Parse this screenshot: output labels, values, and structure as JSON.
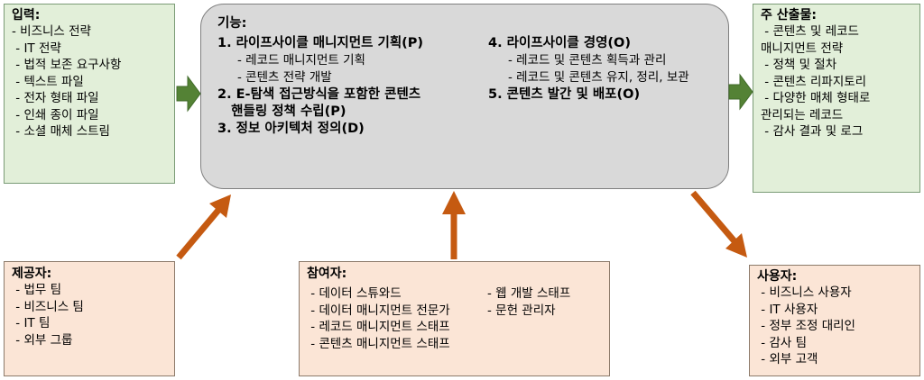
{
  "inputs": {
    "title": "입력:",
    "items": [
      "- 비즈니스 전략",
      " - IT 전략",
      " - 법적 보존 요구사항",
      " - 텍스트 파일",
      " - 전자 형태 파일",
      " - 인쇄 종이 파일",
      " - 소셜 매체 스트림"
    ]
  },
  "functions": {
    "title": "기능:",
    "left": [
      {
        "text": "1. 라이프사이클 매니지먼트 기획(P)",
        "type": "head"
      },
      {
        "text": "- 레코드 매니지먼트 기획",
        "type": "sub"
      },
      {
        "text": "- 콘텐츠 전략 개발",
        "type": "sub"
      },
      {
        "text": "2. E-탐색 접근방식을 포함한 콘텐츠",
        "type": "head"
      },
      {
        "text": "   핸들링 정책 수립(P)",
        "type": "head"
      },
      {
        "text": "3. 정보 아키텍처 정의(D)",
        "type": "head"
      }
    ],
    "right": [
      {
        "text": "4. 라이프사이클 경영(O)",
        "type": "head"
      },
      {
        "text": "- 레코드 및 콘텐츠 획득과 관리",
        "type": "sub"
      },
      {
        "text": "- 레코드 및 콘텐츠 유지, 정리, 보관",
        "type": "sub"
      },
      {
        "text": "5. 콘텐츠 발간 및 배포(O)",
        "type": "head"
      }
    ]
  },
  "outputs": {
    "title": "주 산출물:",
    "items": [
      " - 콘텐츠 및 레코드",
      "매니지먼트 전략",
      " - 정책 및 절차",
      " - 콘텐츠 리파지토리",
      " - 다양한 매체 형태로",
      "관리되는 레코드",
      " - 감사 결과 및 로그"
    ]
  },
  "suppliers": {
    "title": "제공자:",
    "items": [
      " - 법무 팀",
      " - 비즈니스 팀",
      " - IT 팀",
      " - 외부 그룹"
    ]
  },
  "participants": {
    "title": "참여자:",
    "col1": [
      " - 데이터 스튜와드",
      " - 데이터 매니지먼트 전문가",
      " - 레코드 매니지먼트 스태프",
      " - 콘텐츠 매니지먼트 스태프"
    ],
    "col2": [
      "- 웹 개발 스태프",
      "- 문헌 관리자"
    ]
  },
  "consumers": {
    "title": "사용자:",
    "items": [
      " - 비즈니스 사용자",
      " - IT 사용자",
      " - 정부 조정 대리인",
      " - 감사 팀",
      " - 외부 고객"
    ]
  },
  "colors": {
    "green_arrow": "#548235",
    "orange_arrow": "#c55a11",
    "input_box": "#e2efd9",
    "actor_box": "#fbe5d6",
    "center_box": "#d9d9d9"
  }
}
